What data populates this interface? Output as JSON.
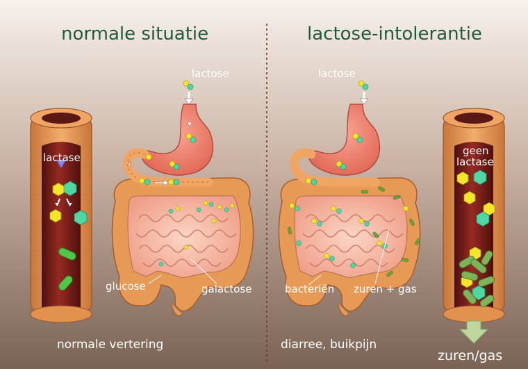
{
  "left": {
    "title": "normale situatie",
    "lactose_label": "lactose",
    "enzyme_label": "lactase",
    "glucose_label": "glucose",
    "galactose_label": "galactose",
    "caption": "normale vertering"
  },
  "right": {
    "title": "lactose-intolerantie",
    "lactose_label": "lactose",
    "enzyme_label_line1": "geen",
    "enzyme_label_line2": "lactase",
    "bacteria_label": "bacteriën",
    "acids_label": "zuren + gas",
    "caption": "diarree, buikpijn",
    "output_label": "zuren/gas"
  },
  "colors": {
    "background_top": "#f6efe9",
    "background_bottom": "#7d6658",
    "title": "#1f5b3c",
    "intestine_wall": "#e69a55",
    "intestine_lumen": "#7d1f1a",
    "stomach": "#ee7e6c",
    "glucose_yellow": "#f2e52a",
    "galactose_green": "#4fd6a3",
    "bacteria_green": "#7eb35a",
    "arrow_green": "#bdd79e",
    "lactase_purple": "#8a86e6"
  },
  "icons": [
    "arrow-down-icon",
    "arrow-right-icon",
    "hexagon-molecule-icon",
    "bacteria-icon"
  ]
}
